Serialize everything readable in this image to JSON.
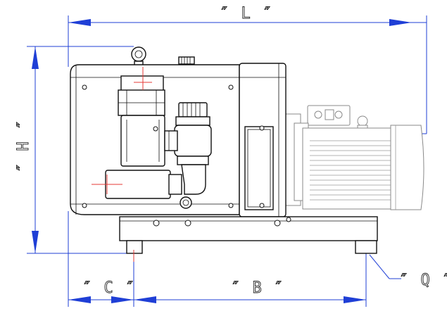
{
  "dimensions": {
    "length_label": "″ L ″",
    "height_label": "″ H ″",
    "c_label": "″ C ″",
    "b_label": "″ B ″",
    "q_label": "″ Q ″"
  },
  "colors": {
    "dimension": "#1f3fd6",
    "outline": "#111111",
    "motor": "#8a8a8a",
    "centerline": "#e53935"
  },
  "icons": [
    "eye-bolt-icon",
    "fan-icon",
    "junction-box-icon"
  ]
}
